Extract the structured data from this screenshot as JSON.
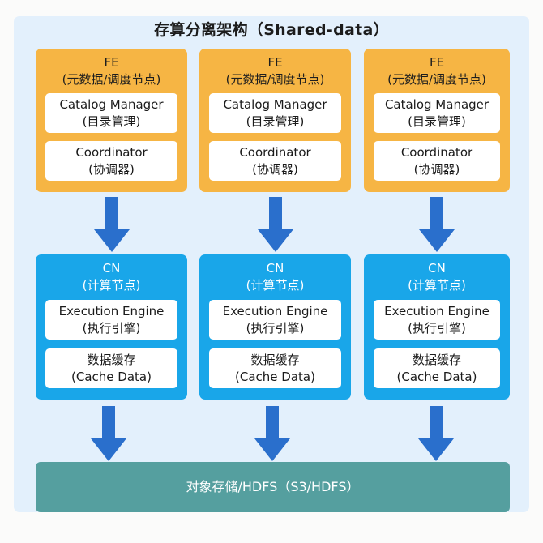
{
  "title": "存算分离架构（Shared-data）",
  "colors": {
    "panel_bg": "#e3f0fc",
    "fe": "#f6b544",
    "cn": "#19a6e9",
    "arrow": "#2a6fcc",
    "storage": "#559f9f"
  },
  "fe_nodes": [
    {
      "name": "FE",
      "desc": "(元数据/调度节点)",
      "components": [
        {
          "line1": "Catalog Manager",
          "line2": "(目录管理)"
        },
        {
          "line1": "Coordinator",
          "line2": "(协调器)"
        }
      ]
    },
    {
      "name": "FE",
      "desc": "(元数据/调度节点)",
      "components": [
        {
          "line1": "Catalog Manager",
          "line2": "(目录管理)"
        },
        {
          "line1": "Coordinator",
          "line2": "(协调器)"
        }
      ]
    },
    {
      "name": "FE",
      "desc": "(元数据/调度节点)",
      "components": [
        {
          "line1": "Catalog Manager",
          "line2": "(目录管理)"
        },
        {
          "line1": "Coordinator",
          "line2": "(协调器)"
        }
      ]
    }
  ],
  "cn_nodes": [
    {
      "name": "CN",
      "desc": "(计算节点)",
      "components": [
        {
          "line1": "Execution Engine",
          "line2": "(执行引擎)"
        },
        {
          "line1": "数据缓存",
          "line2": "(Cache Data)"
        }
      ]
    },
    {
      "name": "CN",
      "desc": "(计算节点)",
      "components": [
        {
          "line1": "Execution Engine",
          "line2": "(执行引擎)"
        },
        {
          "line1": "数据缓存",
          "line2": "(Cache Data)"
        }
      ]
    },
    {
      "name": "CN",
      "desc": "(计算节点)",
      "components": [
        {
          "line1": "Execution Engine",
          "line2": "(执行引擎)"
        },
        {
          "line1": "数据缓存",
          "line2": "(Cache Data)"
        }
      ]
    }
  ],
  "storage": {
    "label": "对象存储/HDFS（S3/HDFS）"
  },
  "arrows": [
    {
      "from": "FE",
      "to": "CN"
    },
    {
      "from": "FE",
      "to": "CN"
    },
    {
      "from": "FE",
      "to": "CN"
    },
    {
      "from": "CN",
      "to": "storage"
    },
    {
      "from": "CN",
      "to": "storage"
    },
    {
      "from": "CN",
      "to": "storage"
    }
  ]
}
